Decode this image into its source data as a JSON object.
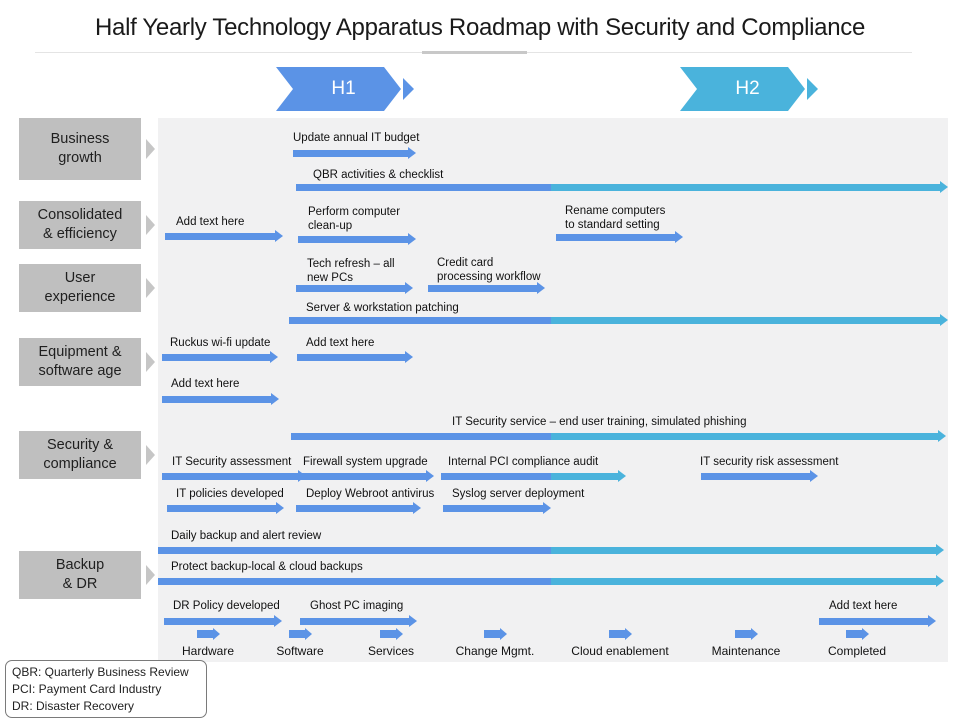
{
  "title": "Half Yearly Technology Apparatus Roadmap with Security and Compliance",
  "colors": {
    "h1": "#5b93e6",
    "h2": "#4ab3dc",
    "category": "#bfbfbf",
    "panel": "#f1f1f2"
  },
  "phases": [
    "H1",
    "H2"
  ],
  "categories": [
    "Business\ngrowth",
    "Consolidated\n& efficiency",
    "User\nexperience",
    "Equipment &\nsoftware age",
    "Security &\ncompliance",
    "Backup\n& DR"
  ],
  "tasks": [
    "Update annual IT budget",
    "QBR activities & checklist",
    "Add text here",
    "Perform computer\nclean-up",
    "Rename computers\nto standard setting",
    "Tech refresh – all\nnew PCs",
    "Credit card\nprocessing workflow",
    "Server & workstation patching",
    "Ruckus wi-fi update",
    "Add text here",
    "Add text here",
    "IT Security service – end user training, simulated phishing",
    "IT Security assessment",
    "Firewall system upgrade",
    "Internal PCI compliance  audit",
    "IT security risk assessment",
    "IT policies developed",
    "Deploy Webroot  antivirus",
    "Syslog server deployment",
    "Daily backup and alert review",
    "Protect backup-local & cloud backups",
    "DR Policy developed",
    "Ghost PC imaging",
    "Add text here"
  ],
  "legend": [
    "Hardware",
    "Software",
    "Services",
    "Change Mgmt.",
    "Cloud enablement",
    "Maintenance",
    "Completed"
  ],
  "abbreviations": [
    "QBR: Quarterly Business Review",
    "PCI: Payment Card Industry",
    "DR: Disaster Recovery"
  ]
}
